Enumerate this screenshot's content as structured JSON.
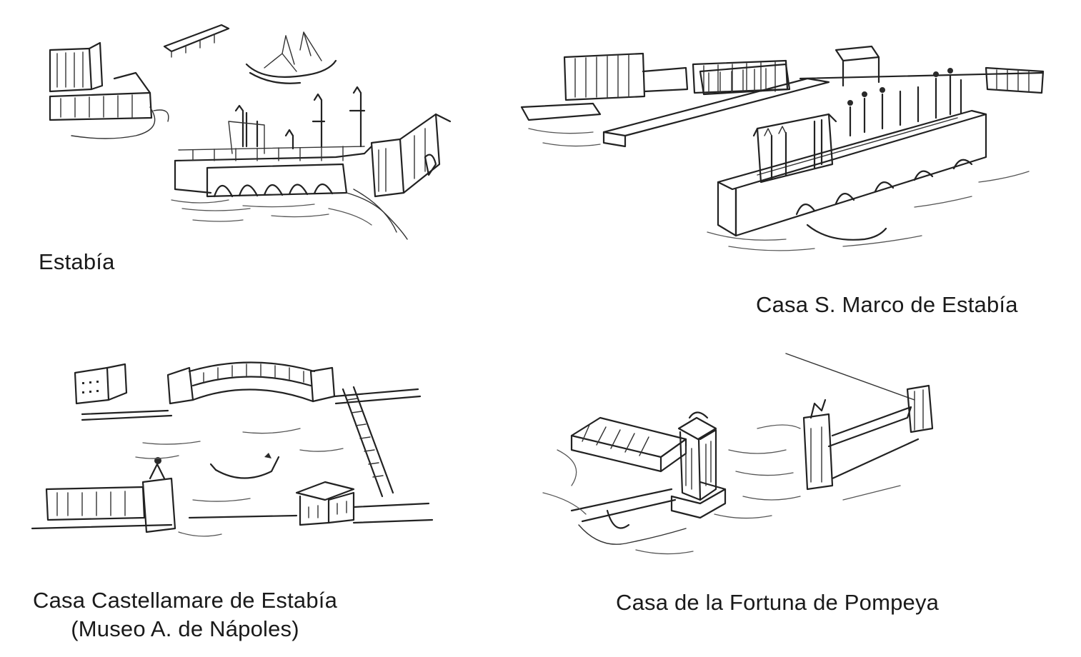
{
  "panels": [
    {
      "id": "estabia",
      "caption": [
        "Estabía"
      ]
    },
    {
      "id": "san-marco",
      "caption": [
        "Casa S. Marco de Estabía"
      ]
    },
    {
      "id": "castellamare",
      "caption": [
        "Casa Castellamare de Estabía",
        "(Museo A. de Nápoles)"
      ]
    },
    {
      "id": "fortuna",
      "caption": [
        "Casa de la Fortuna de Pompeya"
      ]
    }
  ]
}
